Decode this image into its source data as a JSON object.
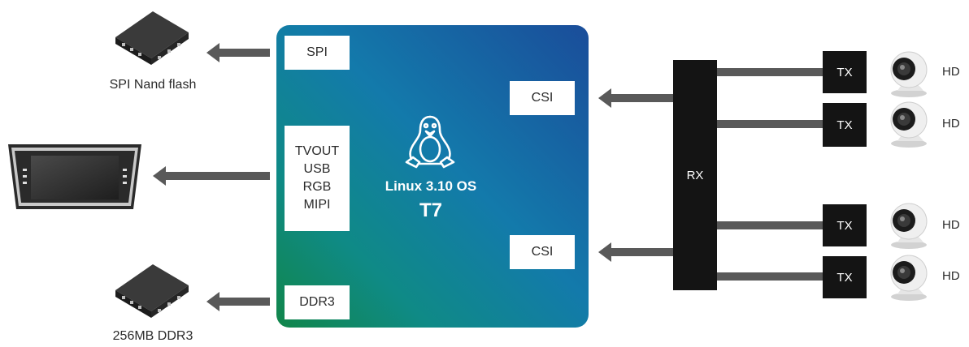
{
  "soc": {
    "os_label": "Linux 3.10 OS",
    "chip_label": "T7",
    "interfaces": {
      "spi": "SPI",
      "display": [
        "TVOUT",
        "USB",
        "RGB",
        "MIPI"
      ],
      "ddr": "DDR3",
      "csi_top": "CSI",
      "csi_bottom": "CSI"
    }
  },
  "peripherals": {
    "flash_caption": "SPI Nand flash",
    "ddr_caption": "256MB DDR3"
  },
  "receiver": {
    "label": "RX"
  },
  "cameras": [
    {
      "tx": "TX",
      "label": "HD"
    },
    {
      "tx": "TX",
      "label": "HD"
    },
    {
      "tx": "TX",
      "label": "HD"
    },
    {
      "tx": "TX",
      "label": "HD"
    }
  ],
  "colors": {
    "soc_gradient_start": "#1a4d9a",
    "soc_gradient_end": "#11864a",
    "arrow": "#595959",
    "block": "#141414"
  }
}
